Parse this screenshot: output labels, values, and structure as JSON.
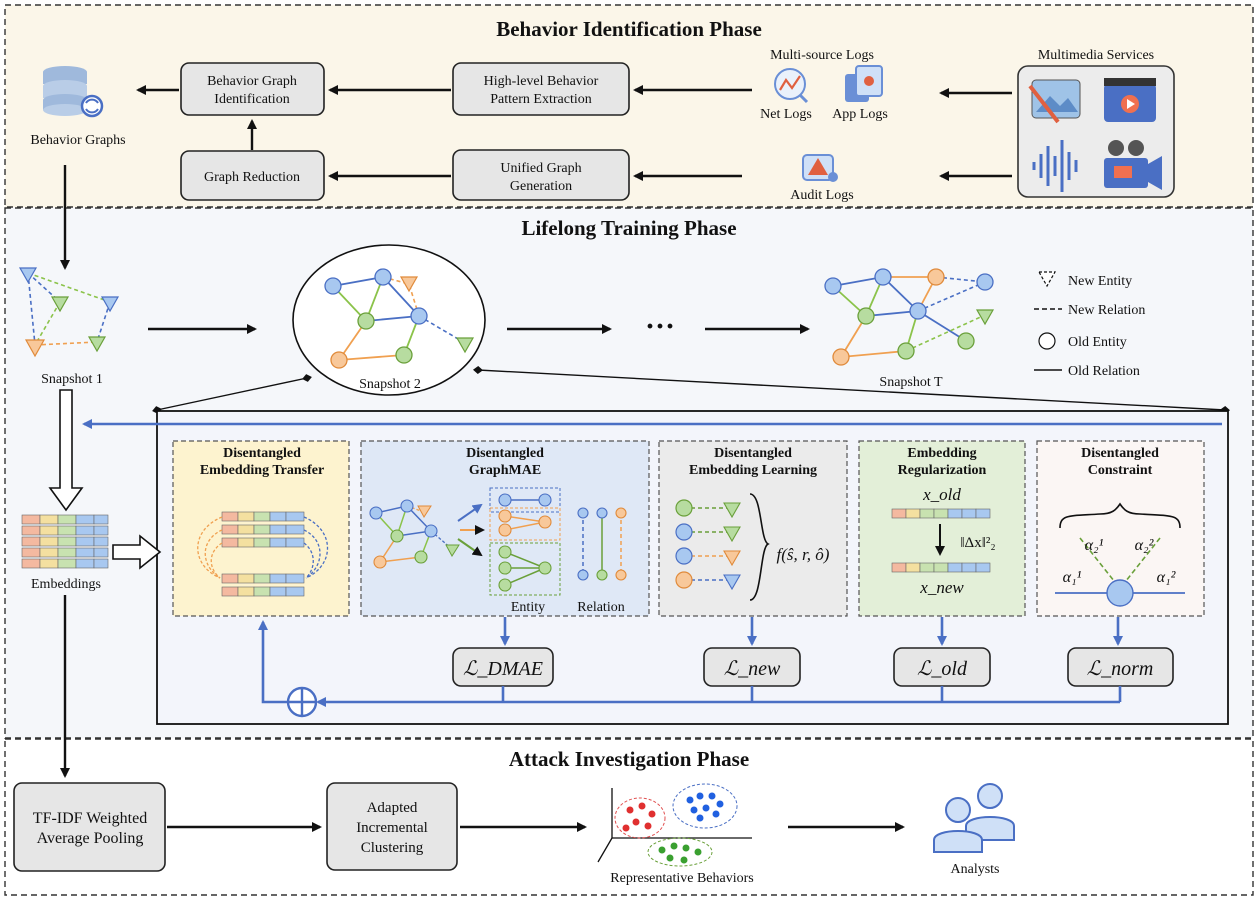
{
  "phases": {
    "behavior": "Behavior Identification Phase",
    "lifelong": "Lifelong Training Phase",
    "attack": "Attack Investigation Phase"
  },
  "behavior_phase": {
    "behavior_graphs": "Behavior Graphs",
    "graph_identification": [
      "Behavior Graph",
      "Identification"
    ],
    "graph_reduction": "Graph Reduction",
    "pattern_extraction": [
      "High-level Behavior",
      "Pattern Extraction"
    ],
    "unified_generation": [
      "Unified Graph",
      "Generation"
    ],
    "multi_source_logs": "Multi-source Logs",
    "net_logs": "Net Logs",
    "app_logs": "App Logs",
    "audit_logs": "Audit Logs",
    "multimedia_services": "Multimedia Services"
  },
  "lifelong_phase": {
    "snapshot_1": "Snapshot   1",
    "snapshot_2": "Snapshot   2",
    "snapshot_t": "Snapshot   T",
    "ellipsis": "···",
    "embeddings": "Embeddings",
    "legend": {
      "new_entity": "New Entity",
      "new_relation": "New Relation",
      "old_entity": "Old Entity",
      "old_relation": "Old Relation"
    },
    "modules": {
      "transfer": [
        "Disentangled",
        "Embedding Transfer"
      ],
      "graphmae": [
        "Disentangled",
        "GraphMAE"
      ],
      "learning": [
        "Disentangled",
        "Embedding Learning"
      ],
      "regularization": [
        "Embedding",
        "Regularization"
      ],
      "constraint": [
        "Disentangled",
        "Constraint"
      ]
    },
    "entity": "Entity",
    "relation": "Relation",
    "score_fn": "f(ŝ, r, ô)",
    "x_old": "x_old",
    "x_new": "x_new",
    "delta": "‖Δx‖²₂",
    "alphas": [
      "α₁¹",
      "α₂¹",
      "α₂²",
      "α₁²"
    ],
    "losses": {
      "dmae": "ℒ_DMAE",
      "new": "ℒ_new",
      "old": "ℒ_old",
      "norm": "ℒ_norm"
    }
  },
  "attack_phase": {
    "pooling": [
      "TF-IDF Weighted",
      "Average Pooling"
    ],
    "clustering": [
      "Adapted",
      "Incremental",
      "Clustering"
    ],
    "representative": "Representative Behaviors",
    "analysts": "Analysts"
  },
  "colors": {
    "phase1_bg": "#fbf6e9",
    "phase2_bg": "#f5f7fa",
    "blue": "#4a6fc4",
    "orange": "#f0a050",
    "green": "#8bc34a"
  }
}
